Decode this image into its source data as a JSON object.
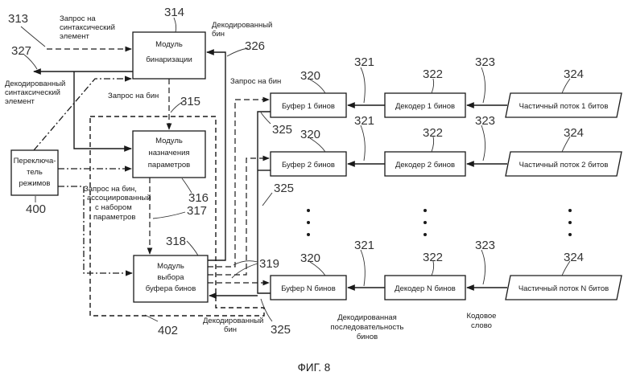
{
  "labels": {
    "request_syntax_1": "Запрос на",
    "request_syntax_2": "синтаксический",
    "request_syntax_3": "элемент",
    "decoded_bin_top_1": "Декодированный",
    "decoded_bin_top_2": "бин",
    "decoded_syntax_1": "Декодированный",
    "decoded_syntax_2": "синтаксический",
    "decoded_syntax_3": "элемент",
    "request_bin_a": "Запрос на бин",
    "request_bin_b": "Запрос на бин",
    "request_bin_assoc_1": "Запрос на бин,",
    "request_bin_assoc_2": "ассоциированный",
    "request_bin_assoc_3": "с набором",
    "request_bin_assoc_4": "параметров",
    "decoded_bin_bottom_1": "Декодированный",
    "decoded_bin_bottom_2": "бин",
    "decoded_seq_1": "Декодированная",
    "decoded_seq_2": "последовательность",
    "decoded_seq_3": "бинов",
    "codeword_1": "Кодовое",
    "codeword_2": "слово"
  },
  "boxes": {
    "binarizer_1": "Модуль",
    "binarizer_2": "бинаризации",
    "assigner_1": "Модуль",
    "assigner_2": "назначения",
    "assigner_3": "параметров",
    "selector_1": "Модуль",
    "selector_2": "выбора",
    "selector_3": "буфера бинов",
    "switch_1": "Переключа-",
    "switch_2": "тель",
    "switch_3": "режимов",
    "buffer_1": "Буфер 1 бинов",
    "buffer_2": "Буфер 2 бинов",
    "buffer_n": "Буфер N бинов",
    "decoder_1": "Декодер 1 бинов",
    "decoder_2": "Декодер 2 бинов",
    "decoder_n": "Декодер N бинов",
    "stream_1": "Частичный поток 1 битов",
    "stream_2": "Частичный поток 2 битов",
    "stream_n": "Частичный поток N битов"
  },
  "refs": {
    "r313": "313",
    "r314": "314",
    "r326": "326",
    "r327": "327",
    "r315": "315",
    "r316": "316",
    "r317": "317",
    "r318": "318",
    "r319": "319",
    "r400": "400",
    "r402": "402",
    "row1": {
      "buf": "320",
      "dec": "321",
      "dec2": "322",
      "str": "323",
      "str2": "324",
      "c": "325"
    },
    "row2": {
      "buf": "320",
      "dec": "321",
      "dec2": "322",
      "str": "323",
      "str2": "324"
    },
    "rowN": {
      "buf": "320",
      "dec": "321",
      "dec2": "322",
      "str": "323",
      "str2": "324"
    },
    "c325_mid": "325",
    "c325_bottom": "325"
  },
  "caption": "ФИГ. 8"
}
